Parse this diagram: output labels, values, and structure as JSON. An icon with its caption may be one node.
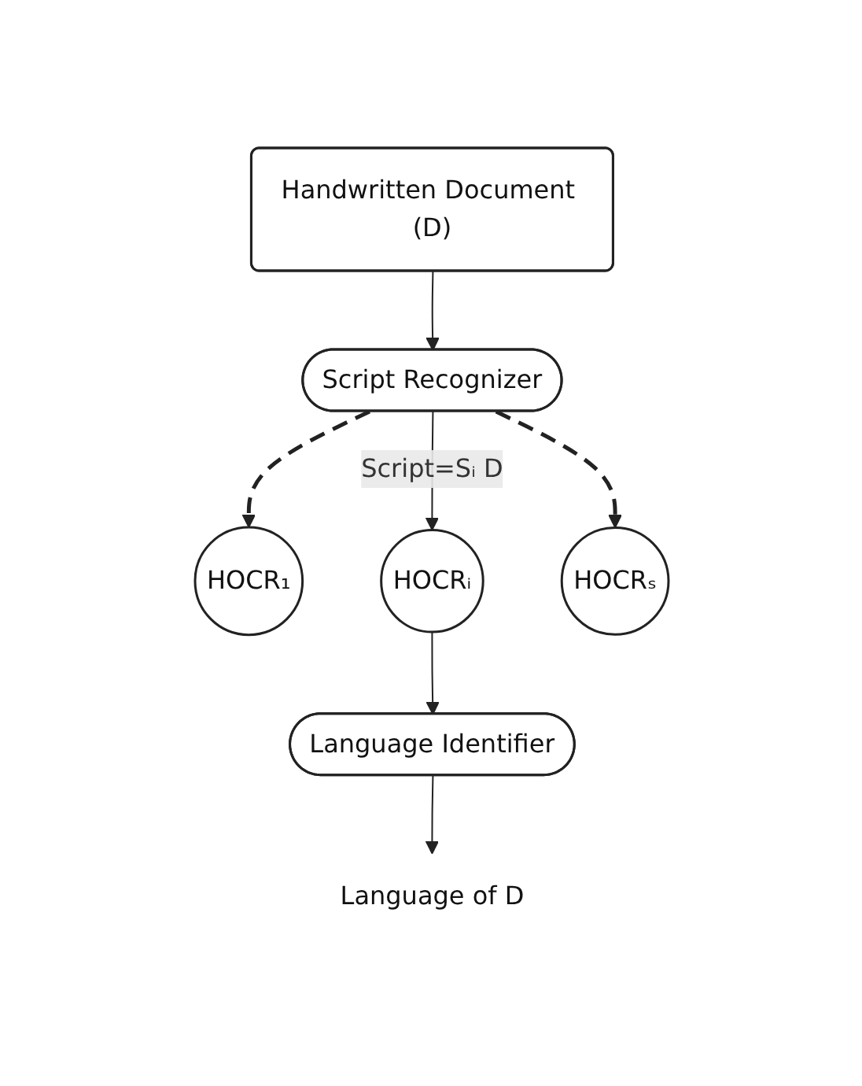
{
  "diagram": {
    "nodes": [
      {
        "text": [
          "Handwritten Document (D)"
        ]
      },
      {
        "text": [
          "Script Recognizer"
        ]
      },
      {
        "text": [
          "HOCR₁"
        ]
      },
      {
        "text": [
          "HOCRᵢ"
        ]
      },
      {
        "text": [
          "HOCRₛ"
        ]
      },
      {
        "text": [
          "Language Identifier"
        ]
      },
      {
        "text": [
          "Language of D"
        ]
      }
    ],
    "edges": [
      {
        "from": 0,
        "to": 1,
        "arrow": "to"
      },
      {
        "from": 1,
        "to": 2,
        "arrow": "to",
        "style": "dashed"
      },
      {
        "from": 1,
        "to": 3,
        "arrow": "to",
        "label": "Script=Sᵢ D"
      },
      {
        "from": 1,
        "to": 4,
        "arrow": "to",
        "style": "dashed"
      },
      {
        "from": 3,
        "to": 5,
        "arrow": "to"
      },
      {
        "from": 5,
        "to": 6,
        "arrow": "to"
      }
    ]
  }
}
